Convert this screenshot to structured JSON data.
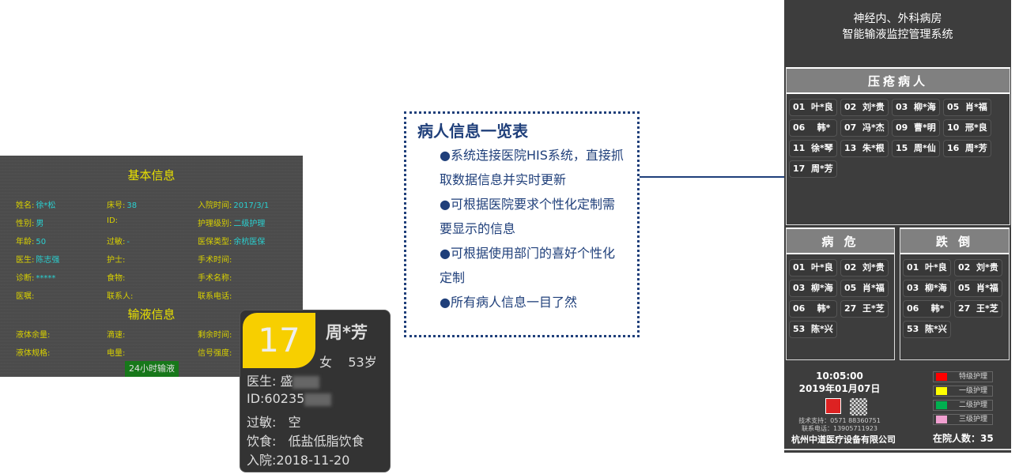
{
  "basic_info": {
    "title": "基本信息",
    "infusion_title": "输液信息",
    "button": "24小时输液",
    "fields": [
      [
        "姓名:",
        "徐*松"
      ],
      [
        "床号:",
        "38"
      ],
      [
        "入院时间:",
        "2017/3/1"
      ],
      [
        "性别:",
        "男"
      ],
      [
        "ID:",
        ""
      ],
      [
        "护理级别:",
        "二级护理"
      ],
      [
        "年龄:",
        "50"
      ],
      [
        "过敏:",
        "-"
      ],
      [
        "医保类型:",
        "余杭医保"
      ],
      [
        "医生:",
        "陈志强"
      ],
      [
        "护士:",
        ""
      ],
      [
        "手术时间:",
        ""
      ],
      [
        "诊断:",
        "*****"
      ],
      [
        "食物:",
        ""
      ],
      [
        "手术名称:",
        ""
      ],
      [
        "医嘱:",
        ""
      ],
      [
        "联系人:",
        ""
      ],
      [
        "联系电话:",
        ""
      ]
    ],
    "infusion_fields": [
      [
        "液体余量:",
        ""
      ],
      [
        "滴速:",
        ""
      ],
      [
        "剩余时间:",
        ""
      ],
      [
        "液体规格:",
        ""
      ],
      [
        "电量:",
        ""
      ],
      [
        "信号强度:",
        ""
      ]
    ]
  },
  "card": {
    "bed": "17",
    "name": "周*芳",
    "sex": "女",
    "age": "53岁",
    "doctor": "医生: 盛",
    "id": "ID:60235",
    "allergy": "过敏:   空",
    "diet": "饮食:   低盐低脂饮食",
    "admit": "入院:2018-11-20"
  },
  "summary": {
    "title": "病人信息一览表",
    "points": [
      "●系统连接医院HIS系统，直接抓取数据信息并实时更新",
      "●可根据医院要求个性化定制需要显示的信息",
      "●可根据使用部门的喜好个性化定制",
      "●所有病人信息一目了然"
    ]
  },
  "monitor": {
    "title1": "神经内、外科病房",
    "title2": "智能输液监控管理系统",
    "sections": [
      {
        "title": "压疮病人",
        "patients": [
          "01  叶*良",
          "02  刘*贵",
          "03  柳*海",
          "05  肖*福",
          "06    韩*",
          "07  冯*杰",
          "09  曹*明",
          "10  邢*良",
          "11  徐*琴",
          "13  朱*根",
          "15  周*仙",
          "16  周*芳",
          "17  周*芳"
        ]
      },
      {
        "title": "病 危",
        "patients": [
          "01  叶*良",
          "02  刘*贵",
          "03  柳*海",
          "05  肖*福",
          "06    韩*",
          "27  王*芝",
          "53  陈*兴"
        ]
      },
      {
        "title": "跌 倒",
        "patients": [
          "01  叶*良",
          "02  刘*贵",
          "03  柳*海",
          "05  肖*福",
          "06    韩*",
          "27  王*芝",
          "53  陈*兴"
        ]
      }
    ],
    "time": "10:05:00",
    "date": "2019年01月07日",
    "support": "技术支持：0571 88360751",
    "contact": "联系电话：13905711923",
    "company": "杭州中道医疗设备有限公司",
    "count": "在院人数：35",
    "legend": [
      {
        "label": "特级护理",
        "color": "#ff0000"
      },
      {
        "label": "一级护理",
        "color": "#ffff00"
      },
      {
        "label": "二级护理",
        "color": "#00b050"
      },
      {
        "label": "三级护理",
        "color": "#f0a0d0"
      }
    ]
  }
}
